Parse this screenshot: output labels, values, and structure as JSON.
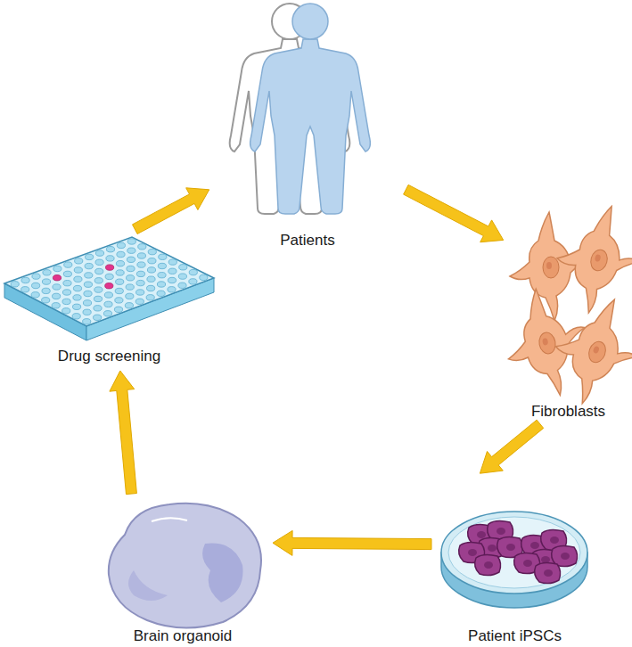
{
  "diagram": {
    "nodes": [
      {
        "text": [
          "Patients"
        ]
      },
      {
        "text": [
          "Fibroblasts"
        ]
      },
      {
        "text": [
          "Patient iPSCs"
        ]
      },
      {
        "text": [
          "Brain organoid"
        ]
      },
      {
        "text": [
          "Drug screening"
        ]
      }
    ],
    "edges": [
      {
        "from": 0,
        "to": 1,
        "arrow": "to"
      },
      {
        "from": 1,
        "to": 2,
        "arrow": "to"
      },
      {
        "from": 2,
        "to": 3,
        "arrow": "to"
      },
      {
        "from": 3,
        "to": 4,
        "arrow": "to"
      },
      {
        "from": 4,
        "to": 0,
        "arrow": "to"
      }
    ]
  }
}
